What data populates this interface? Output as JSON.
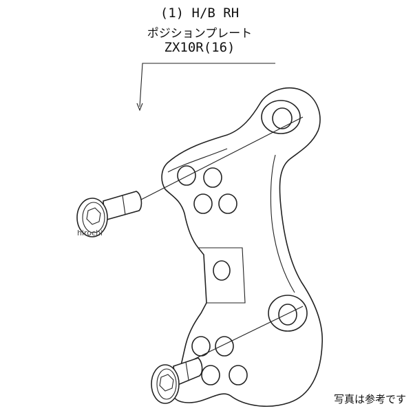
{
  "diagram": {
    "title_line1": "(1)  H/B RH",
    "title_line2": "ポジションプレート",
    "title_line3": "ZX10R(16)",
    "watermark": "hirochi",
    "note": "写真は参考です"
  },
  "colors": {
    "line": "#222222",
    "background": "#ffffff"
  }
}
